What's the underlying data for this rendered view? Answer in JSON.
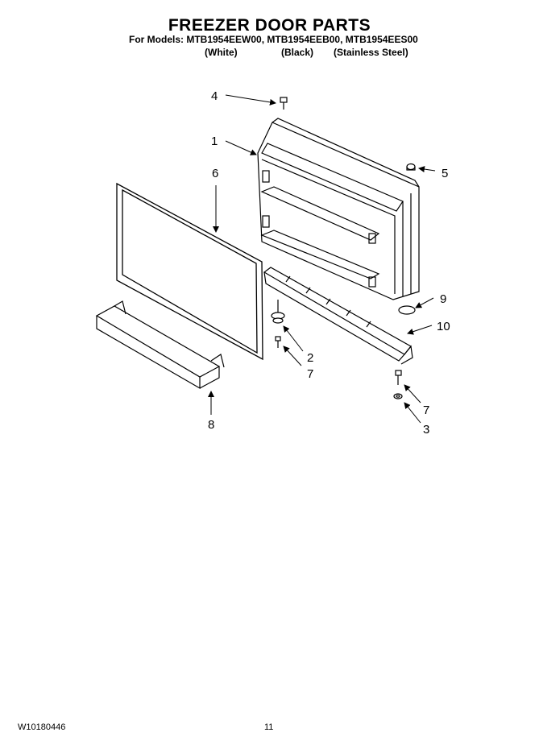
{
  "header": {
    "title": "FREEZER DOOR PARTS",
    "models": "For Models: MTB1954EEW00, MTB1954EEB00, MTB1954EES00",
    "variants": [
      "(White)",
      "(Black)",
      "(Stainless Steel)"
    ]
  },
  "callouts": {
    "c1": "1",
    "c2": "2",
    "c3": "3",
    "c4": "4",
    "c5": "5",
    "c6": "6",
    "c7a": "7",
    "c7b": "7",
    "c8": "8",
    "c9": "9",
    "c10": "10"
  },
  "footer": {
    "part_number": "W10180446",
    "page_number": "11"
  }
}
